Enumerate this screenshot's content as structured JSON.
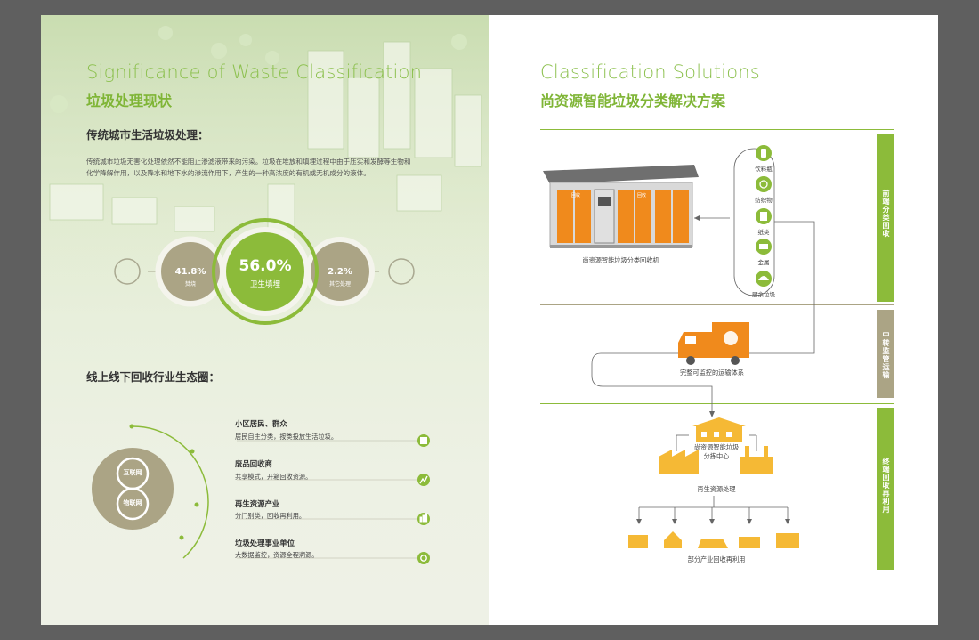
{
  "left": {
    "en_title": "Significance of Waste Classification",
    "cn_title": "垃圾处理现状",
    "section1_heading": "传统城市生活垃圾处理：",
    "section1_para": "传统城市垃圾无害化处理依然不能阻止渗滤液带来的污染。垃圾在堆放和填埋过程中由于压实和发酵等生物和化学降解作用，以及降水和地下水的渗流作用下，产生的一种高浓度的有机或无机成分的液体。",
    "stats": [
      {
        "value": "41.8%",
        "label": "焚烧"
      },
      {
        "value": "56.0%",
        "label": "卫生填埋"
      },
      {
        "value": "2.2%",
        "label": "其它处理"
      }
    ],
    "section2_heading": "线上线下回收行业生态圈：",
    "eco_labels": [
      "互联网",
      "物联网"
    ],
    "eco_items": [
      {
        "title": "小区居民、群众",
        "desc": "居民自主分类，按类投放生活垃圾。",
        "icon": "grid-icon"
      },
      {
        "title": "废品回收商",
        "desc": "共享模式，开箱回收资源。",
        "icon": "trend-icon"
      },
      {
        "title": "再生资源产业",
        "desc": "分门别类，回收再利用。",
        "icon": "bar-chart-icon"
      },
      {
        "title": "垃圾处理事业单位",
        "desc": "大数据监控，资源全程溯源。",
        "icon": "circle-icon"
      }
    ]
  },
  "right": {
    "en_title": "Classification Solutions",
    "cn_title": "尚资源智能垃圾分类解决方案",
    "machine_caption": "尚资源智能垃圾分类回收机",
    "machine_screen_labels": [
      "回收",
      "回收"
    ],
    "categories": [
      "饮料瓶",
      "纺织物",
      "纸类",
      "金属",
      "厨余垃圾"
    ],
    "truck_caption": "完整可监控的运输体系",
    "center_caption_1": "尚资源智能垃圾",
    "center_caption_2": "分拣中心",
    "process_caption": "再生资源处理",
    "industry_caption": "部分产业回收再利用",
    "side_bars": [
      "前端分类回收",
      "中转监管运输",
      "终端回收再利用"
    ],
    "colors": {
      "green": "#8cbb3a",
      "gray": "#aba485",
      "orange": "#f08a1c",
      "yellow": "#f5b935"
    }
  }
}
